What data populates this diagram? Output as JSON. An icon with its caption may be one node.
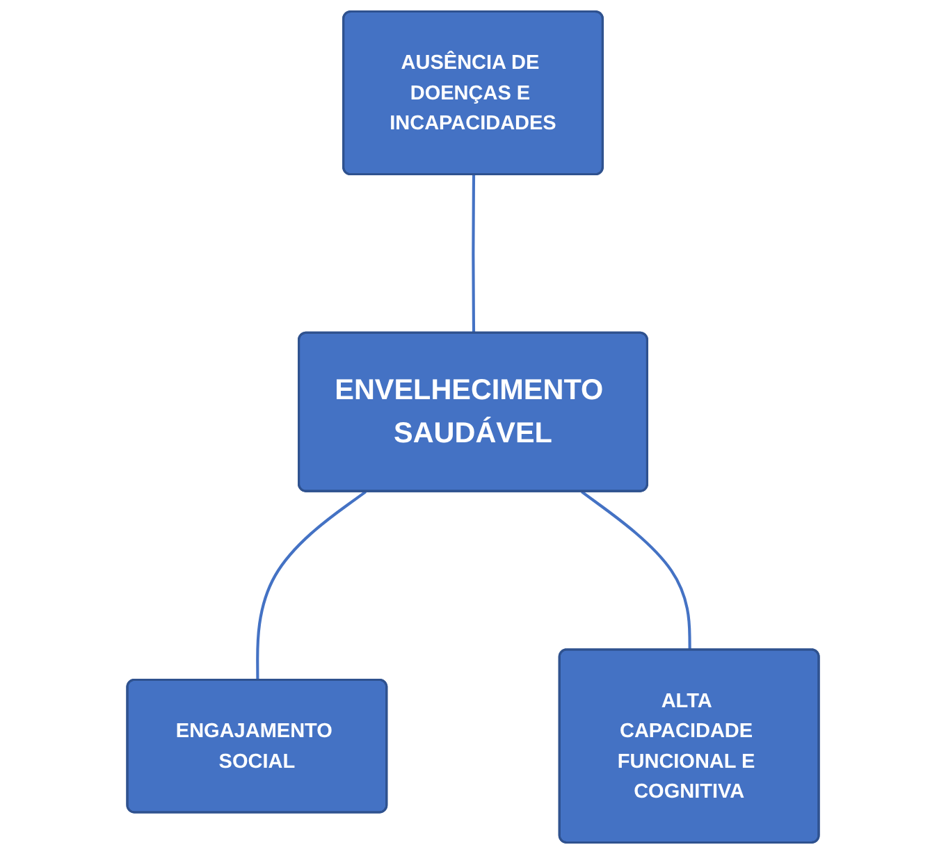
{
  "diagram": {
    "nodes": [
      {
        "text": [
          "AUSÊNCIA DE DOENÇAS E INCAPACIDADES"
        ]
      },
      {
        "text": [
          "ENVELHECIMENTO SAUDÁVEL"
        ]
      },
      {
        "text": [
          "ENGAJAMENTO SOCIAL"
        ]
      },
      {
        "text": [
          "ALTA CAPACIDADE FUNCIONAL E COGNITIVA"
        ]
      }
    ],
    "edges": [
      {
        "from": 0,
        "to": 1,
        "arrow": "none"
      },
      {
        "from": 1,
        "to": 2,
        "arrow": "none"
      },
      {
        "from": 1,
        "to": 3,
        "arrow": "none"
      }
    ]
  }
}
